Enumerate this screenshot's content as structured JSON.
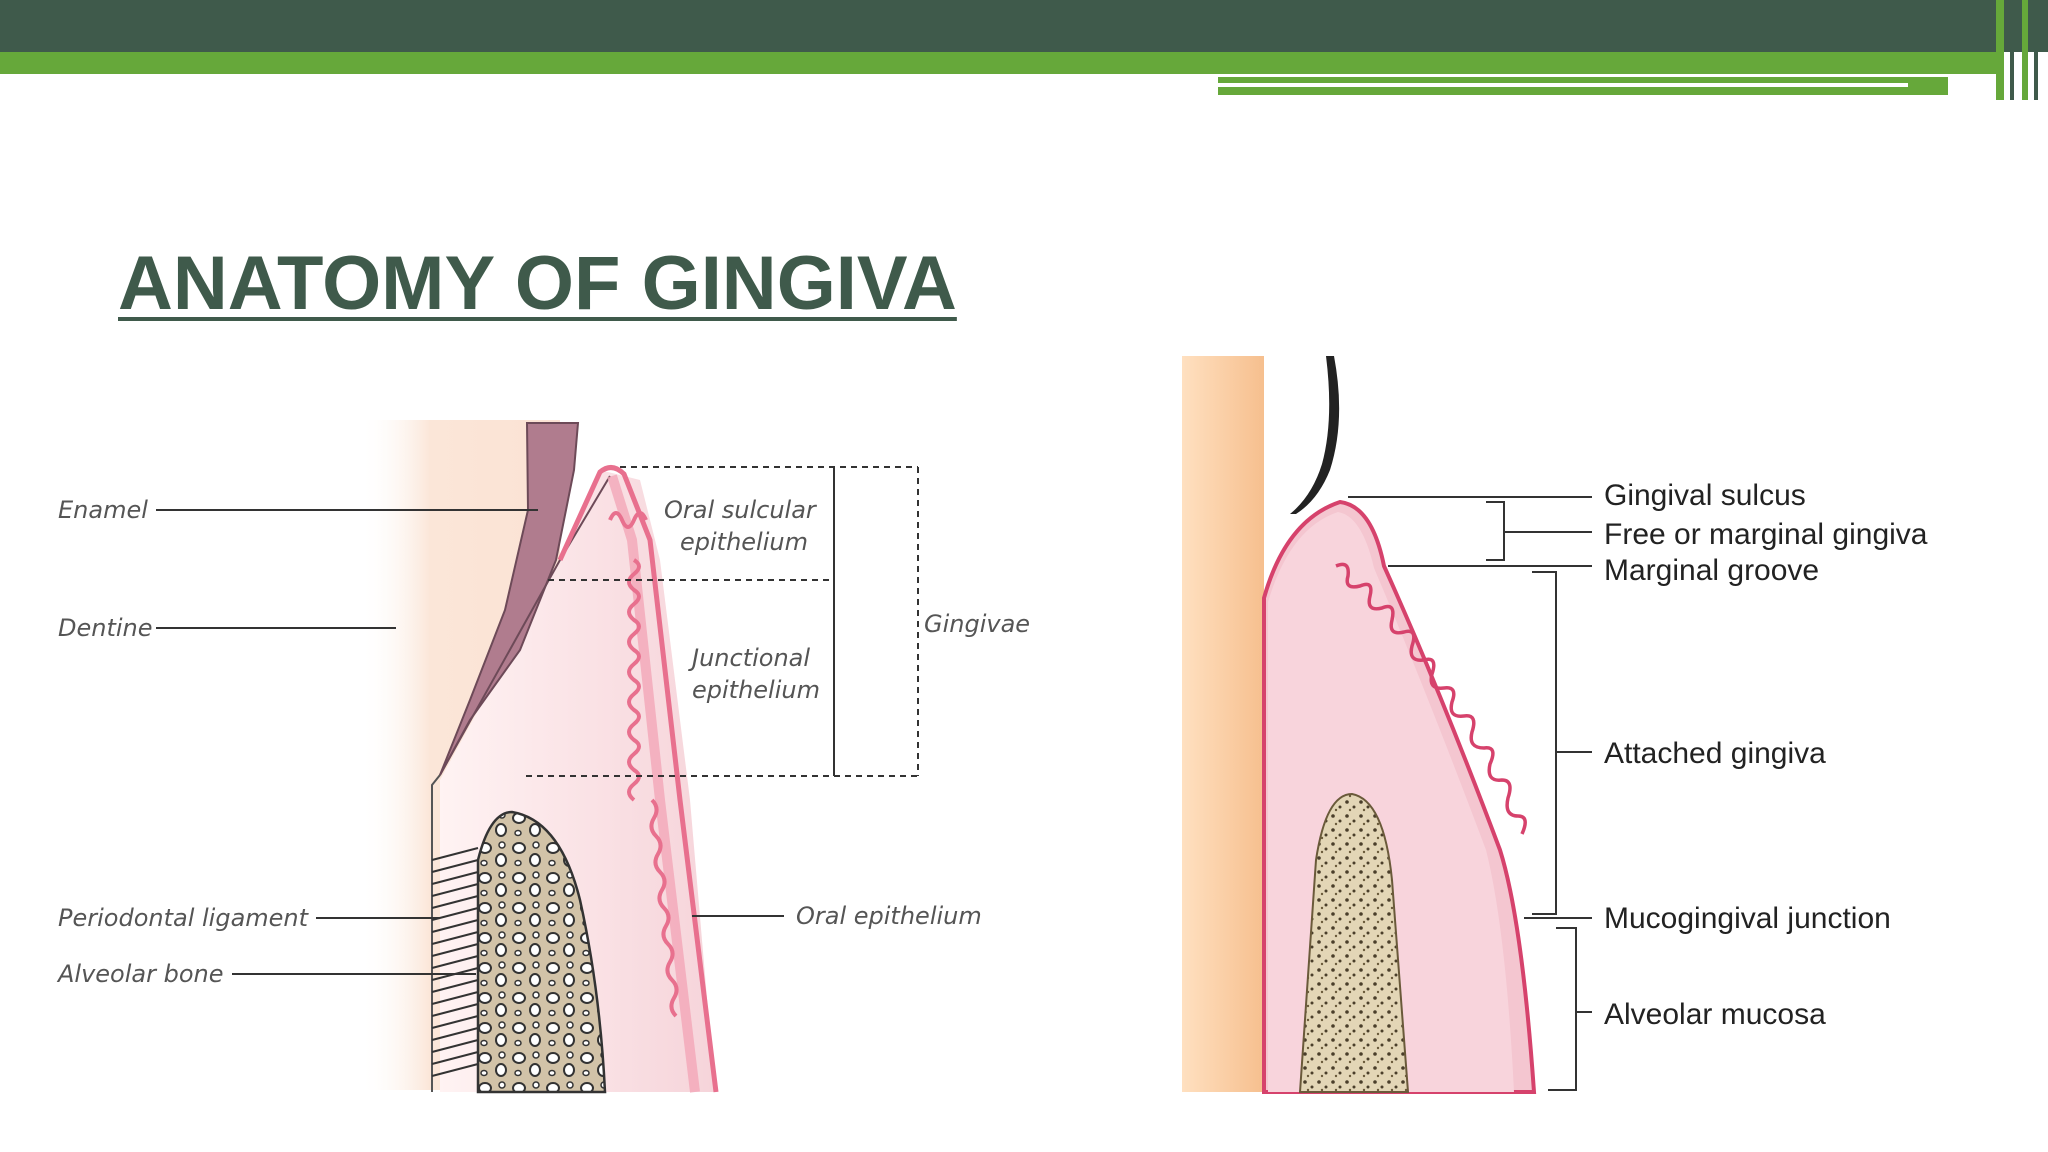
{
  "slide": {
    "title": "ANATOMY OF GINGIVA",
    "colors": {
      "header_dark": "#3f5a4b",
      "header_green": "#66a83a",
      "title_text": "#3f5a4b",
      "gingiva_pink": "#e8708e",
      "gingiva_light": "#f6c9d4",
      "enamel": "#b07c8e",
      "bone": "#cbbba0",
      "tooth_peach": "#f8c89a"
    }
  },
  "left_diagram": {
    "labels": {
      "enamel": "Enamel",
      "dentine": "Dentine",
      "periodontal_ligament": "Periodontal ligament",
      "alveolar_bone": "Alveolar bone",
      "oral_sulcular_1": "Oral sulcular",
      "oral_sulcular_2": "epithelium",
      "junctional_1": "Junctional",
      "junctional_2": "epithelium",
      "gingivae": "Gingivae",
      "oral_epithelium": "Oral epithelium"
    }
  },
  "right_diagram": {
    "labels": {
      "gingival_sulcus": "Gingival sulcus",
      "free_marginal": "Free or marginal gingiva",
      "marginal_groove": "Marginal groove",
      "attached_gingiva": "Attached gingiva",
      "mucogingival_junction": "Mucogingival junction",
      "alveolar_mucosa": "Alveolar mucosa"
    }
  }
}
